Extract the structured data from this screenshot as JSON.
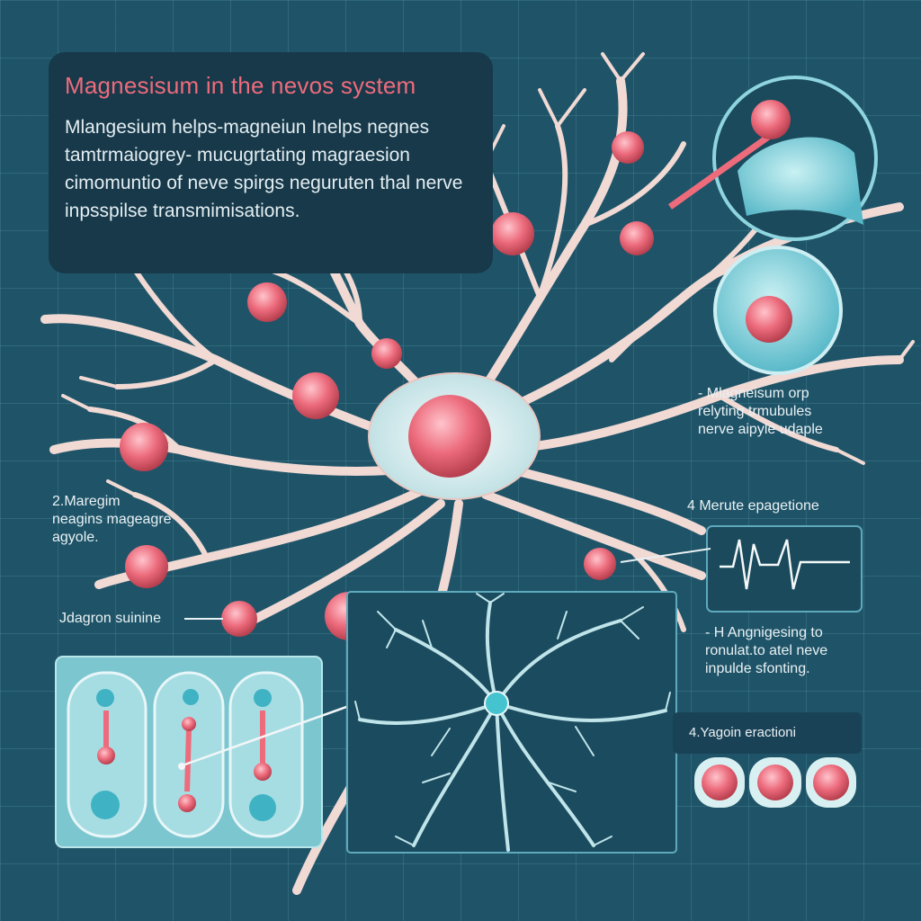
{
  "title": "Magnesisum in the nevos system",
  "intro": "Mlangesium helps-magneiun Inelps negnes tamtrmaiogrey- mucugrtating magraesion cimomuntio of neve spirgs neguruten thal nerve inpsspilse transmimisations.",
  "callouts": {
    "right_top": [
      "- Mlagneisum orp",
      "relyting trmubules",
      "nerve aipyle udaple"
    ],
    "left_mid": [
      "2.Maregim",
      "neagins mageagre",
      "agyole."
    ],
    "left_low": "Jdagron suinine",
    "right_mid": "4 Merute epagetione",
    "right_low": [
      "- H Angnigesing to",
      "ronulat.to atel neve",
      "inpulde sfonting."
    ],
    "bottom_right": "4.Yagoin eractioni"
  },
  "colors": {
    "background": "#1f5468",
    "accent_red": "#ee6b7c",
    "neuron": "#dfeff2",
    "cyan": "#54c3cf"
  },
  "icons": [
    "neuron",
    "magnesium-ion",
    "synapse-zoom",
    "waveform",
    "synapse-panel",
    "dendrite-tree"
  ]
}
